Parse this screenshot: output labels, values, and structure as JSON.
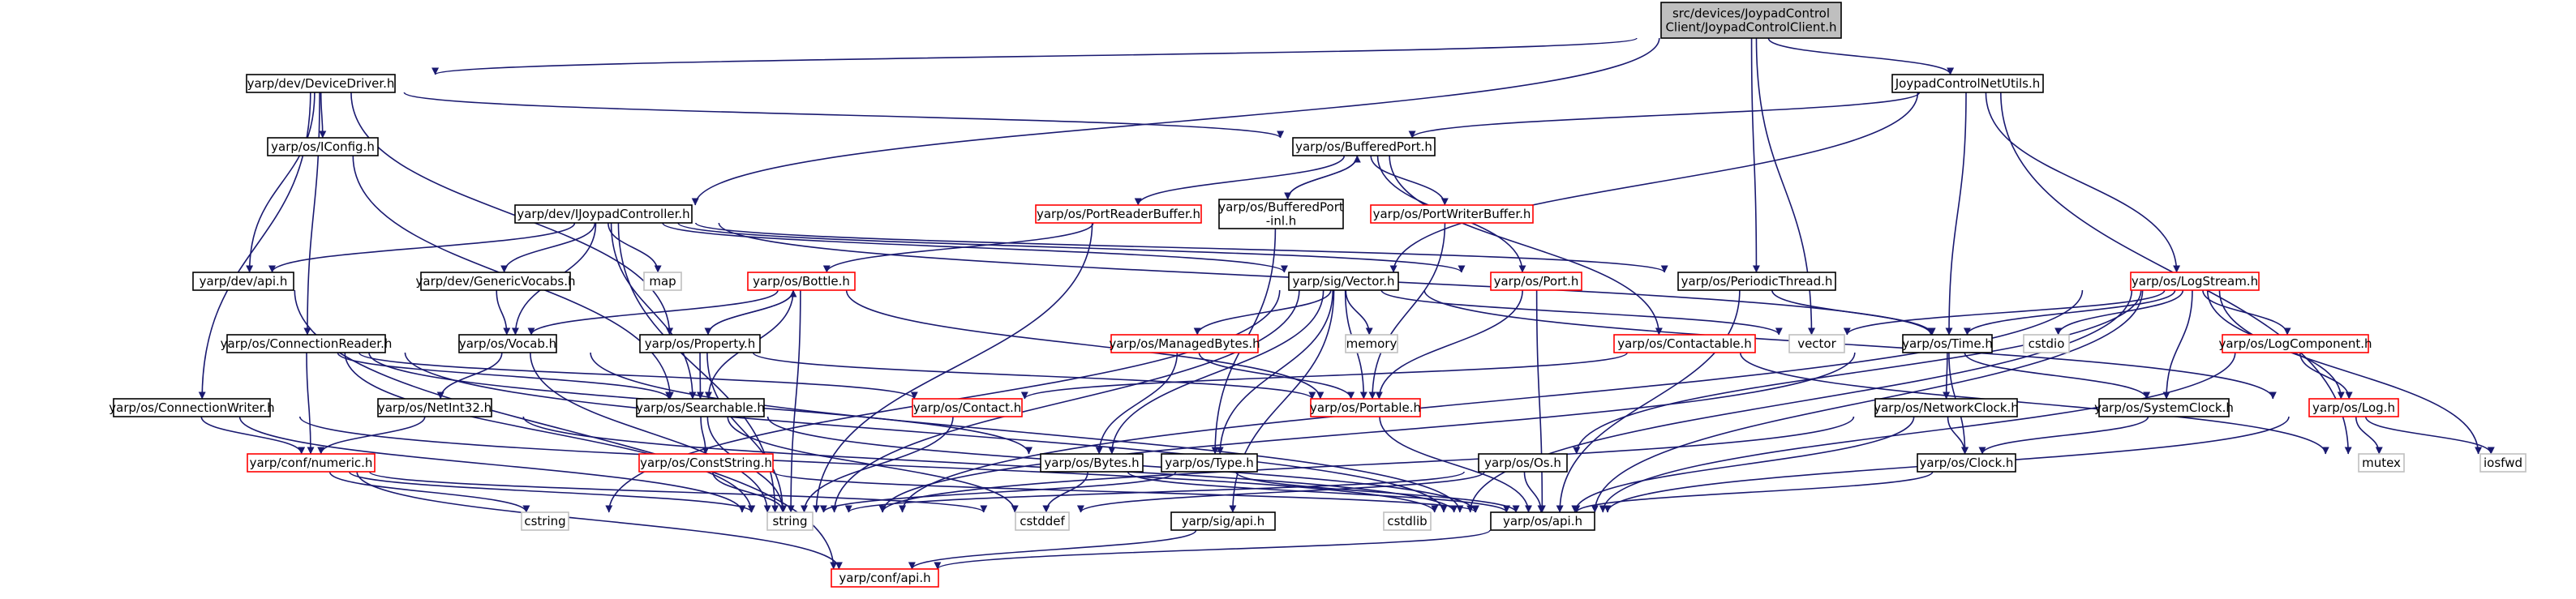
{
  "colors": {
    "edge": "#191970",
    "border_black": "#000000",
    "border_red": "#ff0000",
    "border_gray": "#bfbfbf",
    "fill_root": "#bfbfbf",
    "fill_white": "#ffffff"
  },
  "nodes": [
    {
      "id": "root",
      "lines": [
        "src/devices/JoypadControl",
        "Client/JoypadControlClient.h"
      ],
      "style": "root"
    },
    {
      "id": "devicedriver",
      "lines": [
        "yarp/dev/DeviceDriver.h"
      ],
      "style": "black"
    },
    {
      "id": "netutils",
      "lines": [
        "JoypadControlNetUtils.h"
      ],
      "style": "black"
    },
    {
      "id": "iconfig",
      "lines": [
        "yarp/os/IConfig.h"
      ],
      "style": "black"
    },
    {
      "id": "bufferedport",
      "lines": [
        "yarp/os/BufferedPort.h"
      ],
      "style": "black"
    },
    {
      "id": "ijoypad",
      "lines": [
        "yarp/dev/IJoypadController.h"
      ],
      "style": "black"
    },
    {
      "id": "portreaderbuffer",
      "lines": [
        "yarp/os/PortReaderBuffer.h"
      ],
      "style": "red"
    },
    {
      "id": "bufferedportinl",
      "lines": [
        "yarp/os/BufferedPort",
        "-inl.h"
      ],
      "style": "black"
    },
    {
      "id": "portwriterbuffer",
      "lines": [
        "yarp/os/PortWriterBuffer.h"
      ],
      "style": "red"
    },
    {
      "id": "map",
      "lines": [
        "map"
      ],
      "style": "gray"
    },
    {
      "id": "devapi",
      "lines": [
        "yarp/dev/api.h"
      ],
      "style": "black"
    },
    {
      "id": "genericvocabs",
      "lines": [
        "yarp/dev/GenericVocabs.h"
      ],
      "style": "black"
    },
    {
      "id": "bottle",
      "lines": [
        "yarp/os/Bottle.h"
      ],
      "style": "red"
    },
    {
      "id": "sigvector",
      "lines": [
        "yarp/sig/Vector.h"
      ],
      "style": "black"
    },
    {
      "id": "port",
      "lines": [
        "yarp/os/Port.h"
      ],
      "style": "red"
    },
    {
      "id": "periodicthread",
      "lines": [
        "yarp/os/PeriodicThread.h"
      ],
      "style": "black"
    },
    {
      "id": "logstream",
      "lines": [
        "yarp/os/LogStream.h"
      ],
      "style": "red"
    },
    {
      "id": "connectionreader",
      "lines": [
        "yarp/os/ConnectionReader.h"
      ],
      "style": "black"
    },
    {
      "id": "vocab",
      "lines": [
        "yarp/os/Vocab.h"
      ],
      "style": "black"
    },
    {
      "id": "property",
      "lines": [
        "yarp/os/Property.h"
      ],
      "style": "black"
    },
    {
      "id": "memory",
      "lines": [
        "memory"
      ],
      "style": "gray"
    },
    {
      "id": "managedbytes",
      "lines": [
        "yarp/os/ManagedBytes.h"
      ],
      "style": "red"
    },
    {
      "id": "contactable",
      "lines": [
        "yarp/os/Contactable.h"
      ],
      "style": "red"
    },
    {
      "id": "vector",
      "lines": [
        "vector"
      ],
      "style": "gray"
    },
    {
      "id": "ostime",
      "lines": [
        "yarp/os/Time.h"
      ],
      "style": "black"
    },
    {
      "id": "cstdio",
      "lines": [
        "cstdio"
      ],
      "style": "gray"
    },
    {
      "id": "logcomponent",
      "lines": [
        "yarp/os/LogComponent.h"
      ],
      "style": "red"
    },
    {
      "id": "connectionwriter",
      "lines": [
        "yarp/os/ConnectionWriter.h"
      ],
      "style": "black"
    },
    {
      "id": "netint32",
      "lines": [
        "yarp/os/NetInt32.h"
      ],
      "style": "black"
    },
    {
      "id": "searchable",
      "lines": [
        "yarp/os/Searchable.h"
      ],
      "style": "black"
    },
    {
      "id": "contact",
      "lines": [
        "yarp/os/Contact.h"
      ],
      "style": "red"
    },
    {
      "id": "portable",
      "lines": [
        "yarp/os/Portable.h"
      ],
      "style": "red"
    },
    {
      "id": "networkclock",
      "lines": [
        "yarp/os/NetworkClock.h"
      ],
      "style": "black"
    },
    {
      "id": "systemclock",
      "lines": [
        "yarp/os/SystemClock.h"
      ],
      "style": "black"
    },
    {
      "id": "oslog",
      "lines": [
        "yarp/os/Log.h"
      ],
      "style": "red"
    },
    {
      "id": "numeric",
      "lines": [
        "yarp/conf/numeric.h"
      ],
      "style": "red"
    },
    {
      "id": "conststring",
      "lines": [
        "yarp/os/ConstString.h"
      ],
      "style": "red"
    },
    {
      "id": "bytes",
      "lines": [
        "yarp/os/Bytes.h"
      ],
      "style": "black"
    },
    {
      "id": "ostype",
      "lines": [
        "yarp/os/Type.h"
      ],
      "style": "black"
    },
    {
      "id": "osos",
      "lines": [
        "yarp/os/Os.h"
      ],
      "style": "black"
    },
    {
      "id": "clock",
      "lines": [
        "yarp/os/Clock.h"
      ],
      "style": "black"
    },
    {
      "id": "mutex",
      "lines": [
        "mutex"
      ],
      "style": "gray"
    },
    {
      "id": "iosfwd",
      "lines": [
        "iosfwd"
      ],
      "style": "gray"
    },
    {
      "id": "cstring",
      "lines": [
        "cstring"
      ],
      "style": "gray"
    },
    {
      "id": "string",
      "lines": [
        "string"
      ],
      "style": "gray"
    },
    {
      "id": "cstddef",
      "lines": [
        "cstddef"
      ],
      "style": "gray"
    },
    {
      "id": "sigapi",
      "lines": [
        "yarp/sig/api.h"
      ],
      "style": "black"
    },
    {
      "id": "cstdlib",
      "lines": [
        "cstdlib"
      ],
      "style": "gray"
    },
    {
      "id": "osapi",
      "lines": [
        "yarp/os/api.h"
      ],
      "style": "black"
    },
    {
      "id": "confapi",
      "lines": [
        "yarp/conf/api.h"
      ],
      "style": "red"
    }
  ],
  "edges": [
    [
      "root",
      "devicedriver"
    ],
    [
      "root",
      "netutils"
    ],
    [
      "root",
      "ijoypad"
    ],
    [
      "root",
      "periodicthread"
    ],
    [
      "root",
      "vector"
    ],
    [
      "devicedriver",
      "iconfig"
    ],
    [
      "devicedriver",
      "bufferedport"
    ],
    [
      "devicedriver",
      "devapi"
    ],
    [
      "devicedriver",
      "property"
    ],
    [
      "devicedriver",
      "connectionreader"
    ],
    [
      "devicedriver",
      "connectionwriter"
    ],
    [
      "netutils",
      "bufferedport"
    ],
    [
      "netutils",
      "sigvector"
    ],
    [
      "netutils",
      "ostime"
    ],
    [
      "netutils",
      "logstream"
    ],
    [
      "netutils",
      "mutex"
    ],
    [
      "iconfig",
      "searchable"
    ],
    [
      "bufferedport",
      "portreaderbuffer"
    ],
    [
      "bufferedport",
      "bufferedportinl"
    ],
    [
      "bufferedport",
      "portwriterbuffer"
    ],
    [
      "bufferedport",
      "port"
    ],
    [
      "bufferedport",
      "contactable"
    ],
    [
      "bufferedportinl",
      "bufferedport"
    ],
    [
      "bufferedportinl",
      "ostype"
    ],
    [
      "ijoypad",
      "devapi"
    ],
    [
      "ijoypad",
      "genericvocabs"
    ],
    [
      "ijoypad",
      "map"
    ],
    [
      "ijoypad",
      "vocab"
    ],
    [
      "ijoypad",
      "sigvector"
    ],
    [
      "ijoypad",
      "port"
    ],
    [
      "ijoypad",
      "periodicthread"
    ],
    [
      "ijoypad",
      "searchable"
    ],
    [
      "ijoypad",
      "string"
    ],
    [
      "ijoypad",
      "cstdio"
    ],
    [
      "portreaderbuffer",
      "bottle"
    ],
    [
      "portreaderbuffer",
      "string"
    ],
    [
      "portwriterbuffer",
      "portable"
    ],
    [
      "devapi",
      "confapi"
    ],
    [
      "genericvocabs",
      "vocab"
    ],
    [
      "bottle",
      "vocab"
    ],
    [
      "bottle",
      "property"
    ],
    [
      "bottle",
      "searchable"
    ],
    [
      "bottle",
      "portable"
    ],
    [
      "bottle",
      "string"
    ],
    [
      "property",
      "bottle"
    ],
    [
      "property",
      "searchable"
    ],
    [
      "property",
      "portable"
    ],
    [
      "property",
      "string"
    ],
    [
      "sigvector",
      "managedbytes"
    ],
    [
      "sigvector",
      "memory"
    ],
    [
      "sigvector",
      "vector"
    ],
    [
      "sigvector",
      "portable"
    ],
    [
      "sigvector",
      "ostype"
    ],
    [
      "sigvector",
      "sigapi"
    ],
    [
      "sigvector",
      "cstring"
    ],
    [
      "sigvector",
      "string"
    ],
    [
      "sigvector",
      "bytes"
    ],
    [
      "sigvector",
      "oslog"
    ],
    [
      "port",
      "portable"
    ],
    [
      "port",
      "osapi"
    ],
    [
      "periodicthread",
      "ostime"
    ],
    [
      "periodicthread",
      "osapi"
    ],
    [
      "logstream",
      "vector"
    ],
    [
      "logstream",
      "ostime"
    ],
    [
      "logstream",
      "cstdio"
    ],
    [
      "logstream",
      "logcomponent"
    ],
    [
      "logstream",
      "oslog"
    ],
    [
      "logstream",
      "iosfwd"
    ],
    [
      "logstream",
      "osos"
    ],
    [
      "logstream",
      "systemclock"
    ],
    [
      "logstream",
      "string"
    ],
    [
      "logstream",
      "osapi"
    ],
    [
      "logstream",
      "cstdlib"
    ],
    [
      "connectionreader",
      "searchable"
    ],
    [
      "connectionreader",
      "contact"
    ],
    [
      "connectionreader",
      "numeric"
    ],
    [
      "connectionreader",
      "bytes"
    ],
    [
      "connectionreader",
      "string"
    ],
    [
      "connectionreader",
      "osapi"
    ],
    [
      "vocab",
      "netint32"
    ],
    [
      "vocab",
      "string"
    ],
    [
      "vocab",
      "osapi"
    ],
    [
      "managedbytes",
      "bytes"
    ],
    [
      "managedbytes",
      "portable"
    ],
    [
      "contactable",
      "contact"
    ],
    [
      "contactable",
      "mutex"
    ],
    [
      "ostime",
      "networkclock"
    ],
    [
      "ostime",
      "systemclock"
    ],
    [
      "ostime",
      "clock"
    ],
    [
      "ostime",
      "string"
    ],
    [
      "logcomponent",
      "oslog"
    ],
    [
      "logcomponent",
      "osapi"
    ],
    [
      "connectionwriter",
      "numeric"
    ],
    [
      "connectionwriter",
      "string"
    ],
    [
      "connectionwriter",
      "osapi"
    ],
    [
      "netint32",
      "numeric"
    ],
    [
      "netint32",
      "osapi"
    ],
    [
      "searchable",
      "conststring"
    ],
    [
      "searchable",
      "string"
    ],
    [
      "searchable",
      "cstddef"
    ],
    [
      "searchable",
      "osapi"
    ],
    [
      "contact",
      "string"
    ],
    [
      "portable",
      "osapi"
    ],
    [
      "networkclock",
      "clock"
    ],
    [
      "networkclock",
      "string"
    ],
    [
      "networkclock",
      "osapi"
    ],
    [
      "systemclock",
      "clock"
    ],
    [
      "oslog",
      "mutex"
    ],
    [
      "oslog",
      "iosfwd"
    ],
    [
      "oslog",
      "osapi"
    ],
    [
      "numeric",
      "cstring"
    ],
    [
      "numeric",
      "string"
    ],
    [
      "numeric",
      "cstddef"
    ],
    [
      "numeric",
      "confapi"
    ],
    [
      "conststring",
      "string"
    ],
    [
      "conststring",
      "osapi"
    ],
    [
      "bytes",
      "cstddef"
    ],
    [
      "bytes",
      "osapi"
    ],
    [
      "ostype",
      "string"
    ],
    [
      "ostype",
      "osapi"
    ],
    [
      "osos",
      "cstddef"
    ],
    [
      "osos",
      "string"
    ],
    [
      "osos",
      "osapi"
    ],
    [
      "clock",
      "osapi"
    ],
    [
      "sigapi",
      "confapi"
    ],
    [
      "osapi",
      "confapi"
    ]
  ]
}
